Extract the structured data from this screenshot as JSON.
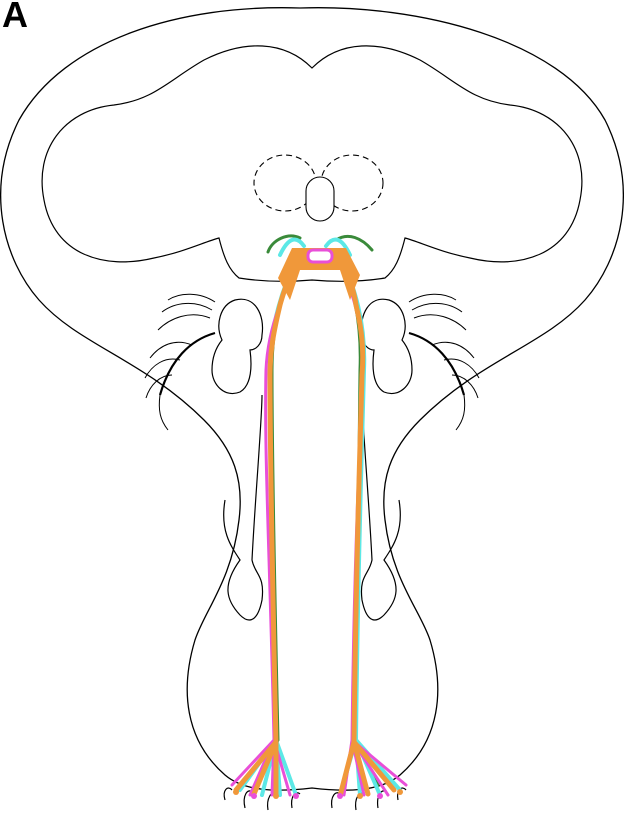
{
  "figure": {
    "panel_label": "A"
  },
  "colors": {
    "outline": "#000000",
    "background": "#ffffff",
    "neuron_orange": "#f0983a",
    "neuron_magenta": "#e94fd8",
    "neuron_cyan": "#5ce8e6",
    "neuron_green": "#3a8a3a"
  },
  "neuron_overlay_colors": [
    "neuron_cyan",
    "neuron_green",
    "neuron_magenta",
    "neuron_orange"
  ]
}
